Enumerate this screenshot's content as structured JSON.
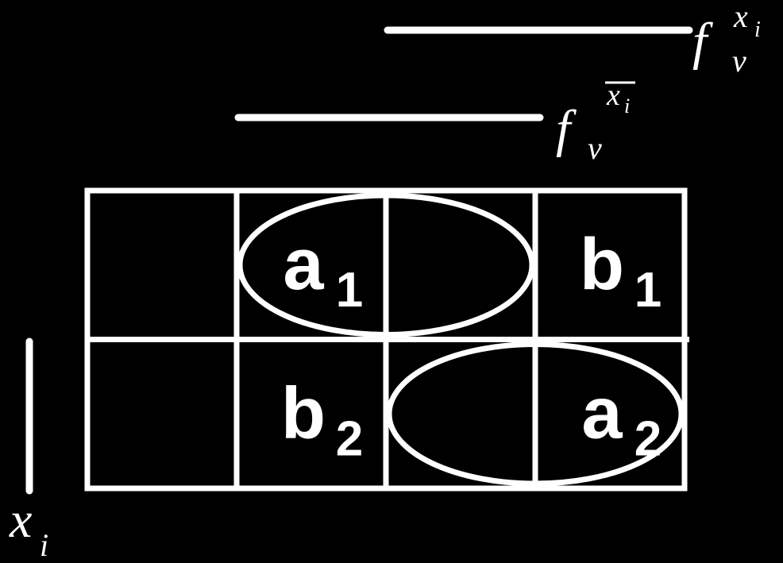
{
  "colors": {
    "background": "#000000",
    "foreground": "#ffffff"
  },
  "top_bar": {
    "label_base": "f",
    "label_sub": "v",
    "label_sup": "x",
    "label_sup_sub": "i"
  },
  "second_bar": {
    "label_base": "f",
    "label_sub": "v",
    "label_sup": "x",
    "label_sup_sub": "i",
    "sup_overline": true
  },
  "side_bar": {
    "label_base": "x",
    "label_sub": "i"
  },
  "grid": {
    "rows": 2,
    "cols": 4,
    "cells": [
      {
        "row": 0,
        "col": 1,
        "letter": "a",
        "index": "1"
      },
      {
        "row": 0,
        "col": 3,
        "letter": "b",
        "index": "1"
      },
      {
        "row": 1,
        "col": 1,
        "letter": "b",
        "index": "2"
      },
      {
        "row": 1,
        "col": 3,
        "letter": "a",
        "index": "2"
      }
    ]
  },
  "groupings": [
    {
      "name": "group-a1",
      "row": 0,
      "cols": [
        1,
        2
      ]
    },
    {
      "name": "group-a2",
      "row": 1,
      "cols": [
        2,
        3
      ]
    }
  ]
}
